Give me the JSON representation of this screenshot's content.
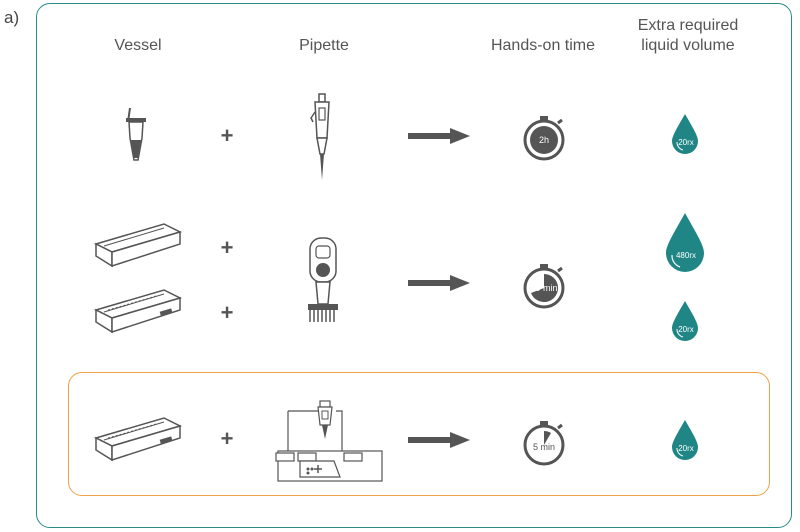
{
  "panel_label": "a)",
  "headers": {
    "vessel": "Vessel",
    "pipette": "Pipette",
    "hands_on_time": "Hands-on time",
    "extra_volume": "Extra required liquid volume"
  },
  "plus_symbol": "+",
  "rows": [
    {
      "time": "2h",
      "drops": [
        "20rx"
      ]
    },
    {
      "time": "40 min",
      "drops": [
        "480rx",
        "20rx"
      ]
    },
    {
      "time": "5 min",
      "drops": [
        "20rx"
      ]
    }
  ],
  "colors": {
    "teal": "#1f8585",
    "orange": "#f0a24a",
    "gray": "#5a5a5a"
  }
}
